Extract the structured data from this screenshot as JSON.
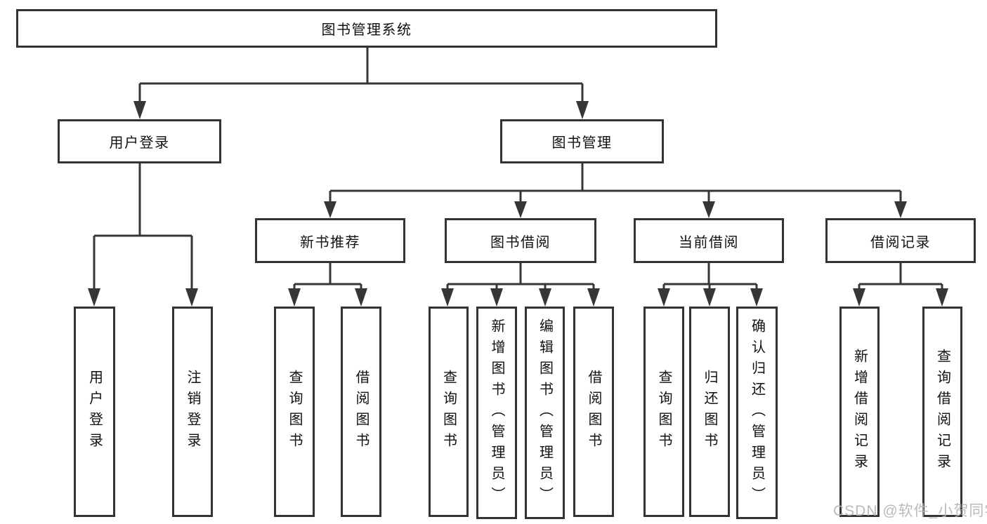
{
  "diagram": {
    "root": {
      "label": "图书管理系统"
    },
    "login": {
      "label": "用户登录",
      "children": [
        "用户登录",
        "注销登录"
      ]
    },
    "mgmt": {
      "label": "图书管理",
      "children": [
        {
          "label": "新书推荐",
          "children": [
            "查询图书",
            "借阅图书"
          ]
        },
        {
          "label": "图书借阅",
          "children": [
            "查询图书",
            "新增图书（管理员）",
            "编辑图书（管理员）",
            "借阅图书"
          ]
        },
        {
          "label": "当前借阅",
          "children": [
            "查询图书",
            "归还图书",
            "确认归还（管理员）"
          ]
        },
        {
          "label": "借阅记录",
          "children": [
            "新增借阅记录",
            "查询借阅记录"
          ]
        }
      ]
    }
  },
  "watermark": {
    "text": "CSDN @软件_小贺同学"
  },
  "style": {
    "background": "#ffffff",
    "box_border_color": "#333333",
    "line_color": "#363636",
    "text_color": "#111111",
    "watermark_color": "#b5b5b5"
  }
}
